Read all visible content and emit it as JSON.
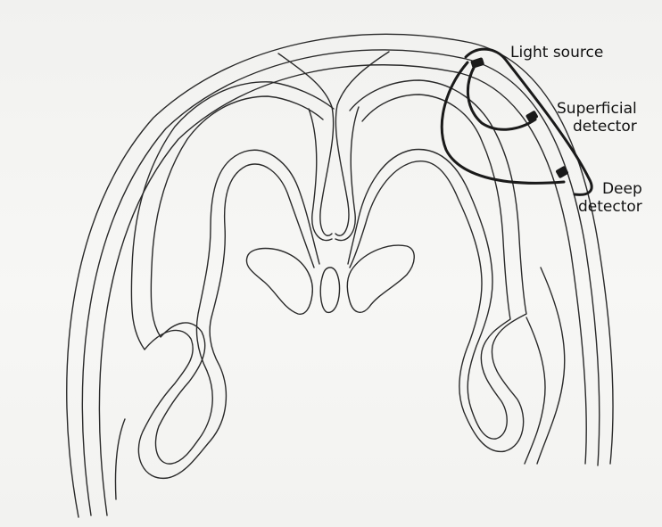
{
  "labels": {
    "light_source": "Light source",
    "superficial_detector": [
      "Superficial",
      "detector"
    ],
    "deep_detector": [
      "Deep",
      "detector"
    ]
  },
  "colors": {
    "background": "#f4f4f2",
    "ink": "#222222",
    "probe": "#1a1a1a"
  }
}
